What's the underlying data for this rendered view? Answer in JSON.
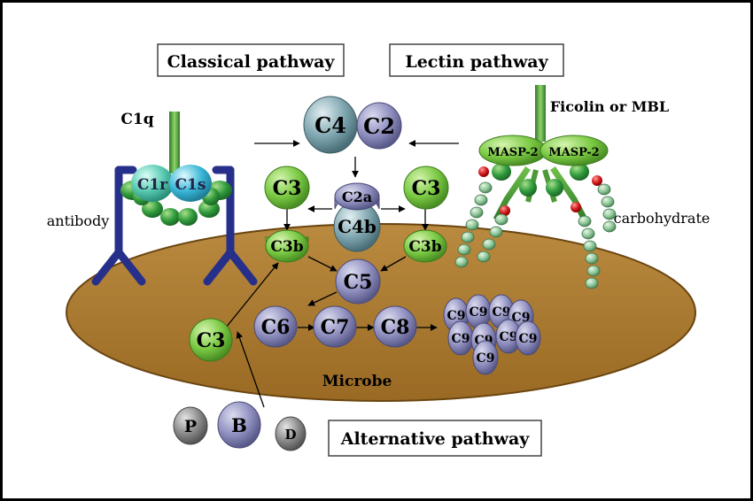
{
  "pathways": {
    "classical": "Classical pathway",
    "lectin": "Lectin pathway",
    "alternative": "Alternative pathway"
  },
  "labels": {
    "c1q": "C1q",
    "ficolin": "Ficolin or MBL",
    "antibody": "antibody",
    "carbohydrate": "carbohydrate",
    "microbe": "Microbe"
  },
  "components": {
    "c1r": "C1r",
    "c1s": "C1s",
    "masp_left": "MASP-2",
    "masp_right": "MASP-2",
    "c4": "C4",
    "c2": "C2",
    "c2a": "C2a",
    "c4b": "C4b",
    "c3_left": "C3",
    "c3_right": "C3",
    "c3b_left": "C3b",
    "c3b_right": "C3b",
    "c3_alt": "C3",
    "c5": "C5",
    "c6": "C6",
    "c7": "C7",
    "c8": "C8",
    "c9": [
      "C9",
      "C9",
      "C9",
      "C9",
      "C9",
      "C9",
      "C9",
      "C9",
      "C9"
    ],
    "p": "P",
    "b": "B",
    "d": "D"
  },
  "colors": {
    "microbe": "#a9772e",
    "green_molecule": "#7ac943",
    "purple_molecule": "#8f8fc0",
    "steel_molecule": "#7fa6b0",
    "antibody": "#26308a",
    "frame": "#000000"
  }
}
